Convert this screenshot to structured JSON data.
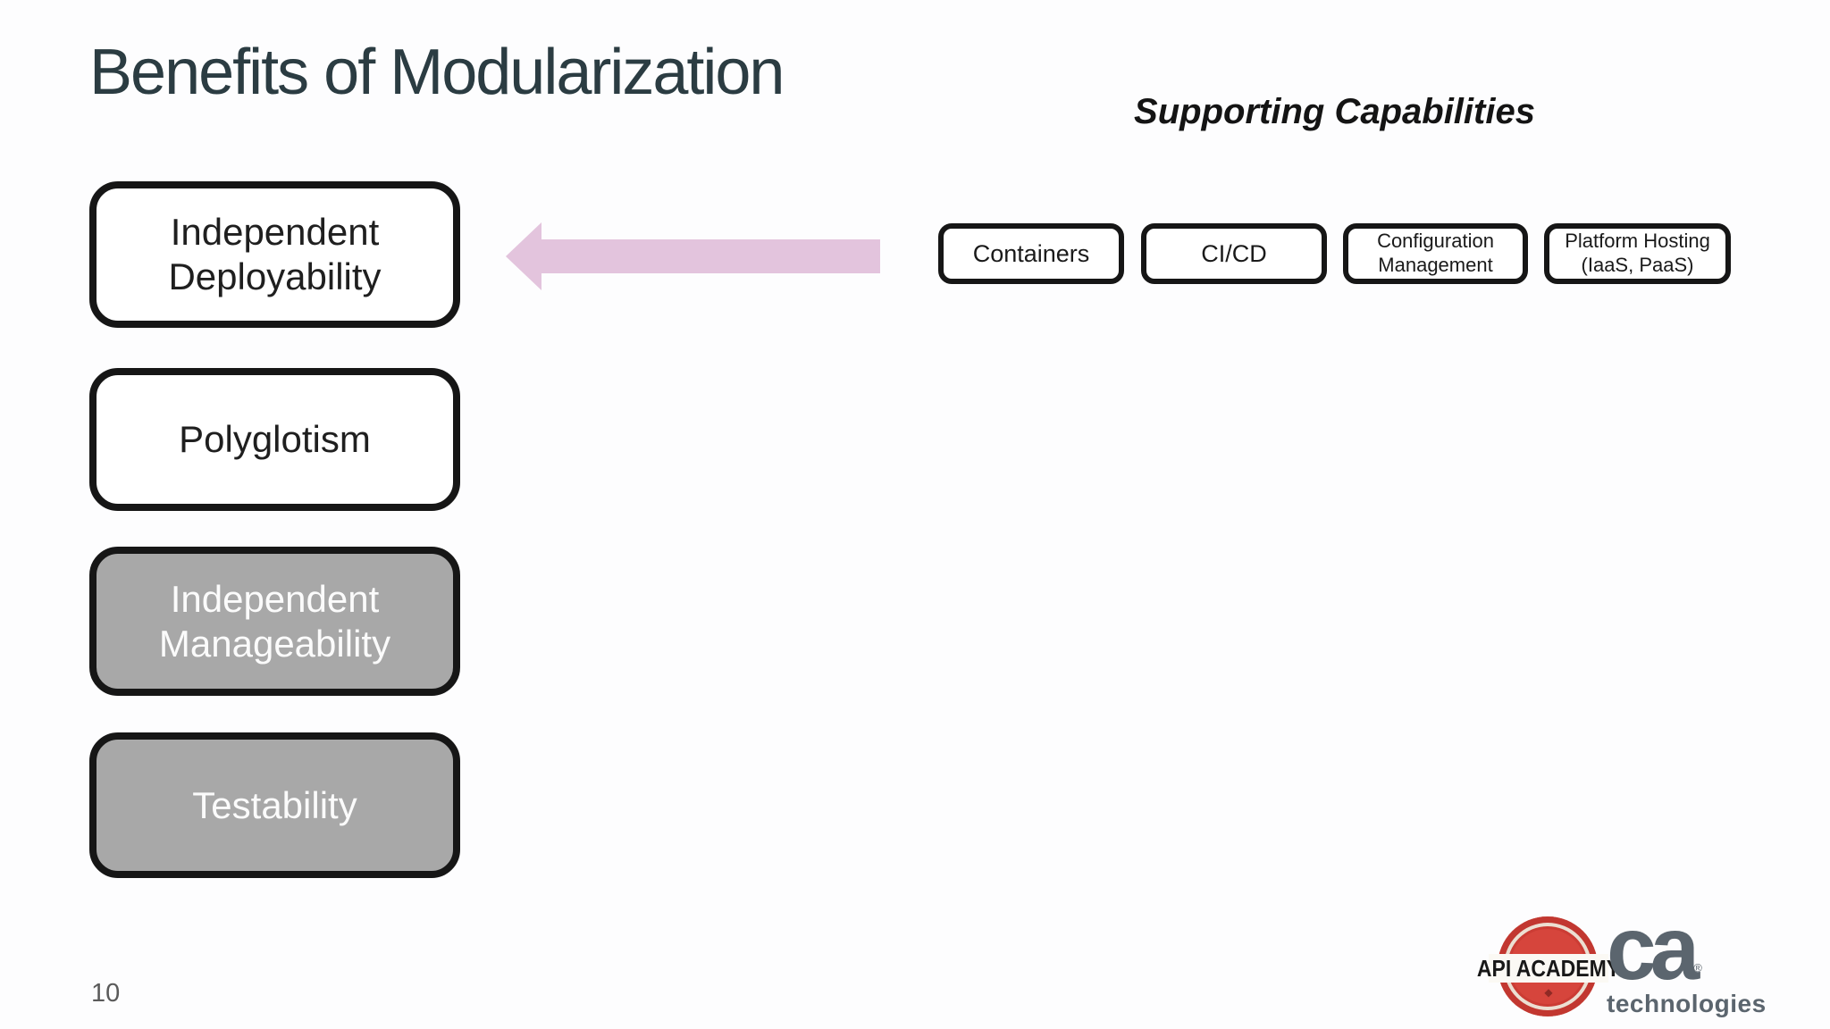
{
  "slide": {
    "title": "Benefits of Modularization",
    "page_number": "10"
  },
  "benefits": {
    "items": [
      {
        "line1": "Independent",
        "line2": "Deployability",
        "variant": "light"
      },
      {
        "line1": "Polyglotism",
        "line2": "",
        "variant": "light"
      },
      {
        "line1": "Independent",
        "line2": "Manageability",
        "variant": "dark"
      },
      {
        "line1": "Testability",
        "line2": "",
        "variant": "dark"
      }
    ]
  },
  "capabilities": {
    "heading": "Supporting Capabilities",
    "items": [
      {
        "line1": "Containers",
        "line2": ""
      },
      {
        "line1": "CI/CD",
        "line2": ""
      },
      {
        "line1": "Configuration",
        "line2": "Management"
      },
      {
        "line1": "Platform Hosting",
        "line2": "(IaaS, PaaS)"
      }
    ]
  },
  "logos": {
    "api_academy": {
      "text": "API ACADEMY",
      "ornament": "◆"
    },
    "ca": {
      "wordmark": "ca",
      "registered": "®",
      "subtext": "technologies"
    }
  },
  "colors": {
    "title_text": "#2b3c42",
    "arrow_pink": "#e3c4dd",
    "box_gray_fill": "#a8a8a8",
    "box_border": "#161616",
    "badge_red": "#d6453c",
    "ca_gray": "#5b656e"
  }
}
